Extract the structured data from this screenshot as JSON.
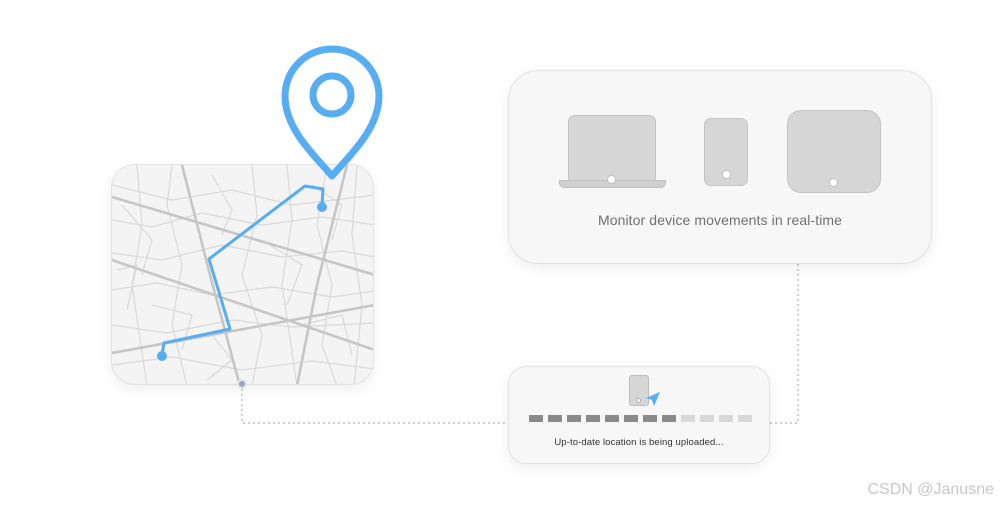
{
  "devices_panel": {
    "caption": "Monitor device movements in real-time",
    "devices": [
      "laptop-icon",
      "phone-icon",
      "tablet-icon"
    ]
  },
  "upload_panel": {
    "caption": "Up-to-date location is being uploaded...",
    "progress_filled": 8,
    "progress_total": 12
  },
  "colors": {
    "accent_blue": "#57adf2",
    "device_gray": "#d6d6d6",
    "road_gray": "#d0d0d0",
    "connector": "#b0b0b0"
  },
  "watermark": "CSDN @Janusne"
}
